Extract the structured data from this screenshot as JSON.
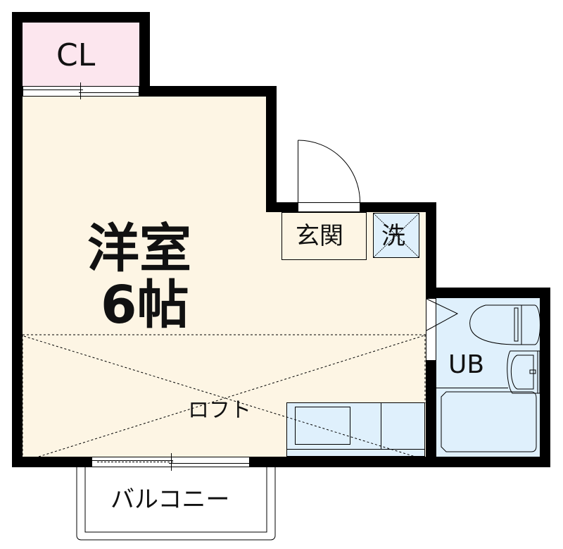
{
  "floorplan": {
    "rooms": {
      "closet": {
        "label": "CL",
        "color": "#fce6ee"
      },
      "western_room": {
        "label_line1": "洋室",
        "label_line2": "6帖",
        "color": "#fdf5e4"
      },
      "entrance": {
        "label": "玄関"
      },
      "washer": {
        "label": "洗",
        "color": "#dff0fc"
      },
      "unit_bath": {
        "label": "UB",
        "color": "#dff0fc"
      },
      "loft": {
        "label": "ロフト"
      },
      "kitchen": {
        "color": "#dff0fc"
      },
      "balcony": {
        "label": "バルコニー"
      }
    },
    "colors": {
      "wall": "#000000",
      "background": "#ffffff",
      "line": "#000000"
    }
  }
}
